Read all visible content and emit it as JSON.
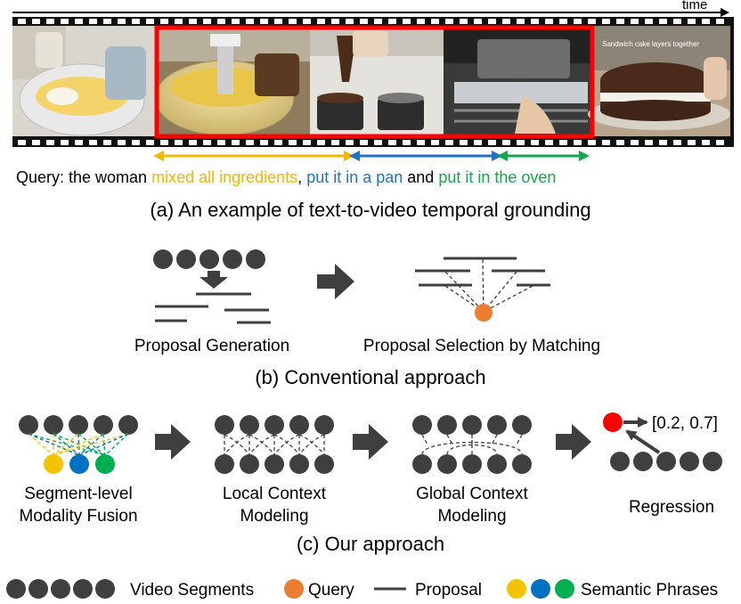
{
  "colors": {
    "segment": "#3f3f3f",
    "query": "#ed7d31",
    "phrase_yellow": "#f5c400",
    "phrase_blue": "#0070c0",
    "phrase_green": "#00b050",
    "highlight_box": "#ff0000",
    "regression_point": "#ff0000",
    "arrow_yellow": "#f2b800",
    "arrow_blue": "#1f72c4",
    "arrow_green": "#12a84a"
  },
  "section_a": {
    "time_label": "time",
    "frame_overlay_text": "Sandwich cake layers together",
    "query": {
      "prefix": "Query: the woman ",
      "phrase1": "mixed all ingredients",
      "sep1": ", ",
      "phrase2": "put it in a pan",
      "sep2": " and ",
      "phrase3": "put it in the oven"
    },
    "caption": "(a) An example of text-to-video temporal grounding"
  },
  "section_b": {
    "label_generation": "Proposal Generation",
    "label_selection": "Proposal Selection by Matching",
    "caption": "(b) Conventional approach"
  },
  "section_c": {
    "fusion_line1": "Segment-level",
    "fusion_line2": "Modality Fusion",
    "local_line1": "Local Context",
    "local_line2": "Modeling",
    "global_line1": "Global Context",
    "global_line2": "Modeling",
    "regression_label": "Regression",
    "regression_output": "[0.2, 0.7]",
    "caption": "(c) Our approach"
  },
  "legend": {
    "video_segments": "Video Segments",
    "query": "Query",
    "proposal": "Proposal",
    "semantic_phrases": "Semantic Phrases"
  }
}
